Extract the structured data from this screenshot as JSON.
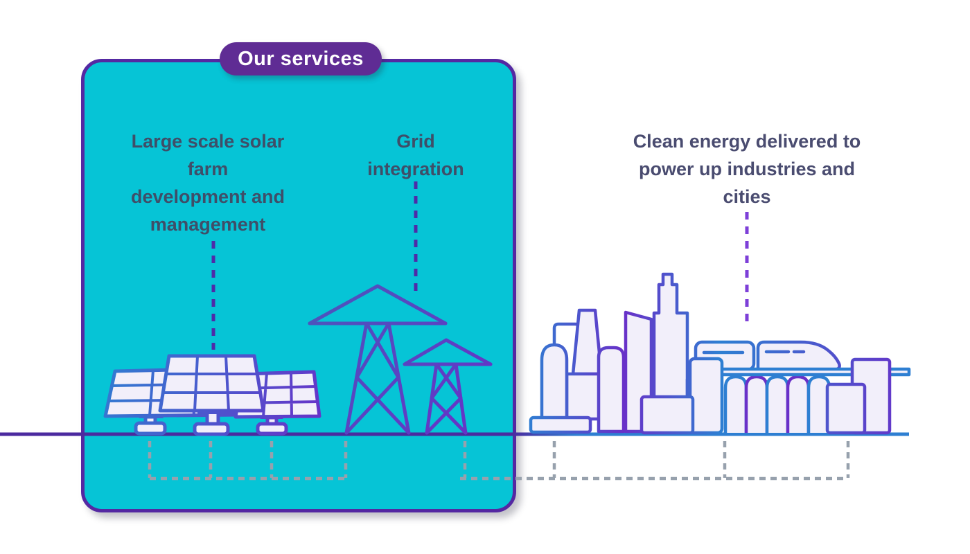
{
  "badge": {
    "label": "Our services"
  },
  "labels": {
    "solar": "Large scale solar\nfarm\ndevelopment and\nmanagement",
    "grid": "Grid\nintegration",
    "city": "Clean energy delivered to\npower up industries and\ncities"
  },
  "icons": {
    "solar": "solar-panels-icon",
    "grid": "transmission-towers-icon",
    "city": "city-skyline-icon",
    "connectors": "dashed-leader-lines",
    "cables": "underground-cable-lines"
  },
  "colors": {
    "teal": "#06c4d6",
    "boxBorder": "#5428a2",
    "badgeBg": "#5f2c94",
    "badgeText": "#ffffff",
    "labelText": "#3f4e68",
    "labelTextR": "#4a4c70",
    "leader": "#4e2ba8",
    "leaderRight": "#7d3fd8",
    "underground": "#97a1ad",
    "strokeBlue": "#2e7fd2",
    "strokePurple": "#6930c8",
    "indigo": "#4a58bb",
    "groundPurple": "#4b2a9f",
    "fillLight": "#f2effa"
  }
}
